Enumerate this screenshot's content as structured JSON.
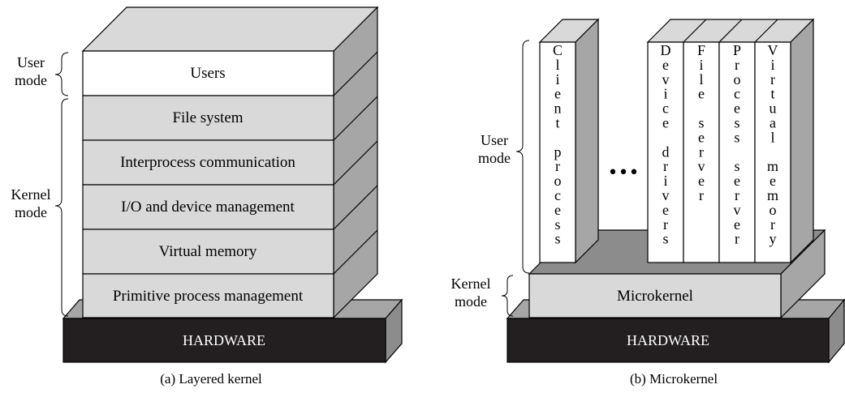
{
  "layered": {
    "caption": "(a) Layered kernel",
    "user_mode_label": [
      "User",
      "mode"
    ],
    "kernel_mode_label": [
      "Kernel",
      "mode"
    ],
    "layers": [
      "Users",
      "File system",
      "Interprocess communication",
      "I/O and device management",
      "Virtual memory",
      "Primitive process management"
    ],
    "hardware": "HARDWARE"
  },
  "micro": {
    "caption": "(b) Microkernel",
    "user_mode_label": [
      "User",
      "mode"
    ],
    "kernel_mode_label": [
      "Kernel",
      "mode"
    ],
    "microkernel": "Microkernel",
    "hardware": "HARDWARE",
    "ellipsis": "•••",
    "servers": [
      [
        "C",
        "l",
        "i",
        "e",
        "n",
        "t",
        "",
        "p",
        "r",
        "o",
        "c",
        "e",
        "s",
        "s"
      ],
      [
        "D",
        "e",
        "v",
        "i",
        "c",
        "e",
        "",
        "d",
        "r",
        "i",
        "v",
        "e",
        "r",
        "s"
      ],
      [
        "F",
        "i",
        "l",
        "e",
        "",
        "s",
        "e",
        "r",
        "v",
        "e",
        "r"
      ],
      [
        "P",
        "r",
        "o",
        "c",
        "e",
        "s",
        "s",
        "",
        "s",
        "e",
        "r",
        "v",
        "e",
        "r"
      ],
      [
        "V",
        "i",
        "r",
        "t",
        "u",
        "a",
        "l",
        "",
        "m",
        "e",
        "m",
        "o",
        "r",
        "y"
      ]
    ]
  },
  "colors": {
    "white": "#ffffff",
    "light_gray": "#d9d9d9",
    "mid_gray": "#a6a6a6",
    "dark_gray": "#8c8c8c",
    "hardware": "#231f20"
  }
}
